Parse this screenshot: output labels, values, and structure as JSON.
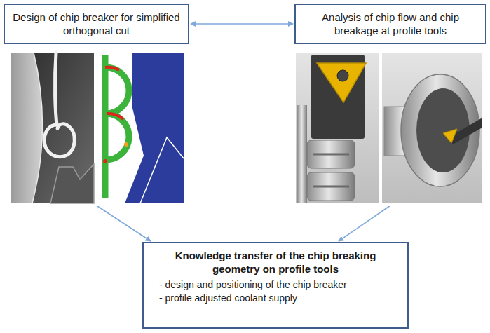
{
  "diagram": {
    "nodes": [
      {
        "text": [
          "Design of chip breaker for simplified orthogonal cut"
        ]
      },
      {
        "text": [
          "Analysis of chip flow and chip breakage at profile tools"
        ]
      },
      {
        "text": [
          "Knowledge transfer of the chip breaking geometry on profile tools",
          "- design and positioning of the chip breaker",
          "- profile adjusted coolant supply"
        ]
      }
    ],
    "edges": [
      {
        "from": 0,
        "to": 1,
        "arrow": "both"
      },
      {
        "from": 0,
        "to": 2,
        "arrow": "to"
      },
      {
        "from": 1,
        "to": 2,
        "arrow": "to"
      }
    ]
  }
}
